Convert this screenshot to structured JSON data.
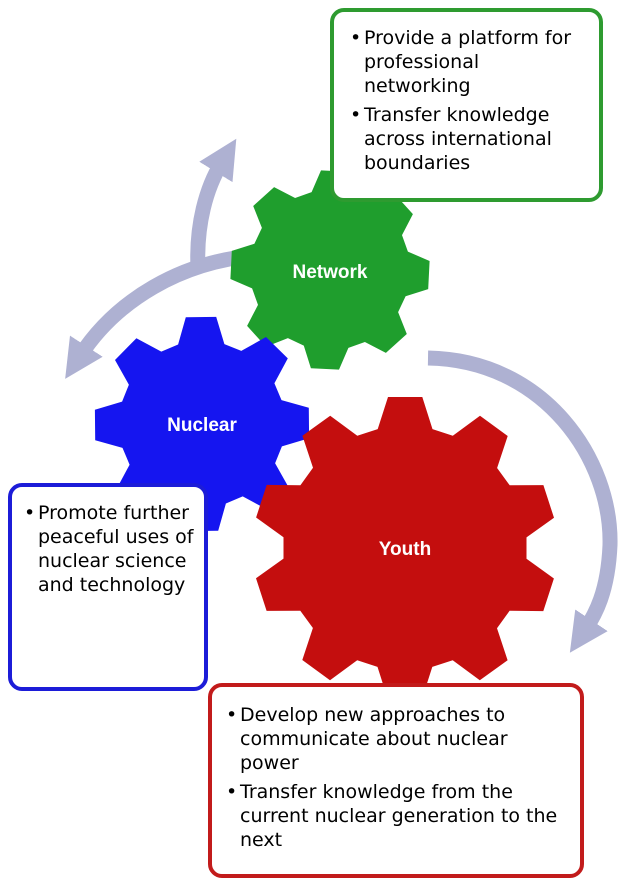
{
  "gears": [
    {
      "id": "network",
      "label": "Network",
      "color": "#1f9e2d"
    },
    {
      "id": "nuclear",
      "label": "Nuclear",
      "color": "#1515f0"
    },
    {
      "id": "youth",
      "label": "Youth",
      "color": "#c40e0e"
    }
  ],
  "callouts": {
    "network": {
      "border_color": "#2e9b30",
      "items": [
        "Provide a platform for professional networking",
        "Transfer knowledge across international boundaries"
      ]
    },
    "nuclear": {
      "border_color": "#1c1cd8",
      "items": [
        "Promote further peaceful uses of nuclear science and technology"
      ]
    },
    "youth": {
      "border_color": "#c21b1b",
      "items": [
        "Develop new approaches to communicate about nuclear power",
        "Transfer knowledge from the current nuclear generation to the next"
      ]
    }
  },
  "arrow_color": "#aeb1d2"
}
